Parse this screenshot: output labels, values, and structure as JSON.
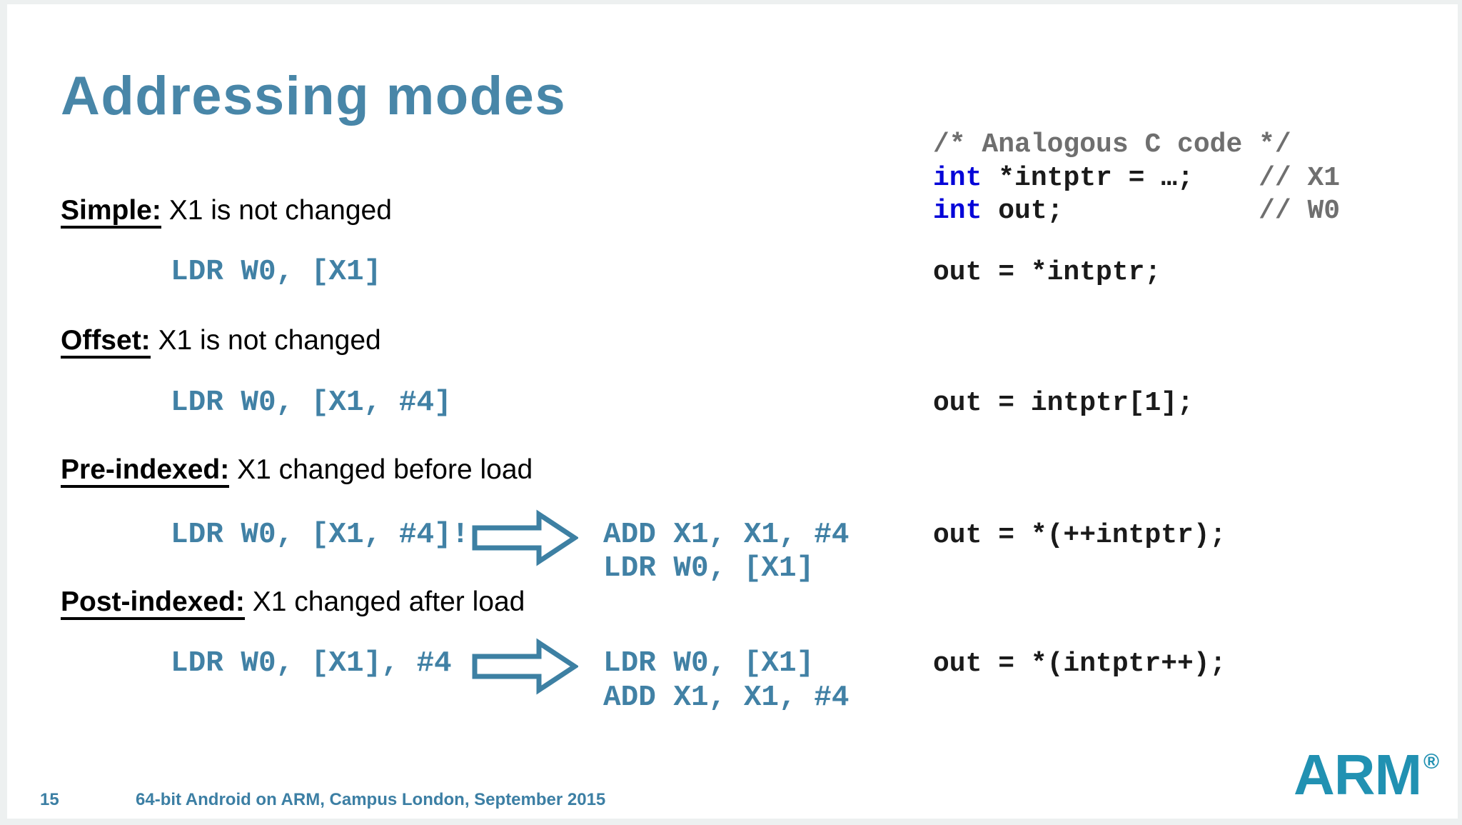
{
  "slide": {
    "title": "Addressing modes",
    "page_number": "15",
    "footer": "64-bit Android on ARM, Campus London, September 2015",
    "logo": "ARM",
    "logo_reg": "®"
  },
  "colors": {
    "title_teal": "#4886a8",
    "asm_teal": "#4181a5",
    "arrow_teal": "#3d80a3",
    "keyword_blue": "#0505d8",
    "comment_gray": "#6f6f6f",
    "logo_teal": "#2191b2"
  },
  "c_header": {
    "comment": "/* Analogous C code */",
    "lines": [
      {
        "kw": "int",
        "code": " *intptr = …;    ",
        "comment": "// X1"
      },
      {
        "kw": "int",
        "code": " out;            ",
        "comment": "// W0"
      }
    ]
  },
  "sections": [
    {
      "label": "Simple:",
      "desc": " X1 is not changed",
      "asm": "LDR W0, [X1]",
      "c": "out = *intptr;"
    },
    {
      "label": "Offset:",
      "desc": " X1 is not changed",
      "asm": "LDR W0, [X1, #4]",
      "c": "out = intptr[1];"
    },
    {
      "label": "Pre-indexed:",
      "desc": " X1 changed before load",
      "asm": "LDR W0, [X1, #4]!",
      "expansion": [
        "ADD X1, X1, #4",
        "LDR W0, [X1]"
      ],
      "c": "out = *(++intptr);"
    },
    {
      "label": "Post-indexed:",
      "desc": " X1 changed after load",
      "asm": "LDR W0, [X1], #4",
      "expansion": [
        "LDR W0, [X1]",
        "ADD X1, X1, #4"
      ],
      "c": "out = *(intptr++);"
    }
  ]
}
